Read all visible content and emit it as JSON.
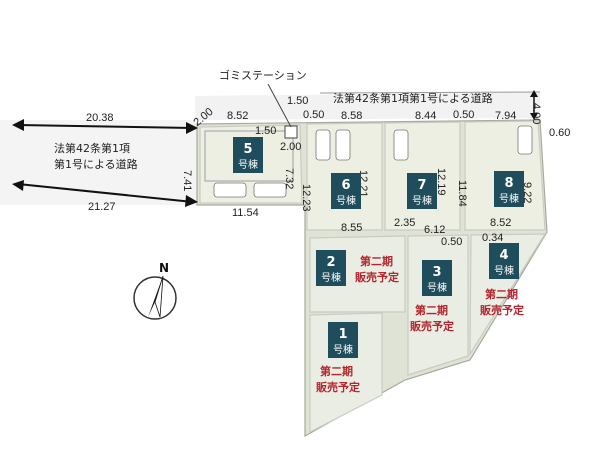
{
  "garbage_station_label": "ゴミステーション",
  "road_top": "法第42条第1項第1号による道路",
  "road_left": [
    "法第42条第1項",
    "第1号による道路"
  ],
  "dimensions": {
    "left_top": "20.38",
    "left_bottom": "21.27",
    "road_width": "4.00",
    "d_2_00_a": "2.00",
    "d_8_52_a": "8.52",
    "d_1_50_a": "1.50",
    "d_0_50_a": "0.50",
    "d_8_58": "8.58",
    "d_8_44": "8.44",
    "d_0_50_b": "0.50",
    "d_7_94": "7.94",
    "d_0_60": "0.60",
    "d_1_50_b": "1.50",
    "d_2_00_b": "2.00",
    "d_7_41": "7.41",
    "d_7_32": "7.32",
    "d_11_54": "11.54",
    "d_12_23": "12.23",
    "d_12_21": "12.21",
    "d_12_19": "12.19",
    "d_11_84": "11.84",
    "d_9_22": "9.22",
    "d_8_55": "8.55",
    "d_2_35": "2.35",
    "d_6_12": "6.12",
    "d_8_52_b": "8.52",
    "d_0_50_c": "0.50",
    "d_0_34": "0.34"
  },
  "lots": [
    {
      "num": "1",
      "label": "号棟",
      "schedule": [
        "第二期",
        "販売予定"
      ]
    },
    {
      "num": "2",
      "label": "号棟",
      "schedule": [
        "第二期",
        "販売予定"
      ]
    },
    {
      "num": "3",
      "label": "号棟",
      "schedule": [
        "第二期",
        "販売予定"
      ]
    },
    {
      "num": "4",
      "label": "号棟",
      "schedule": [
        "第二期",
        "販売予定"
      ]
    },
    {
      "num": "5",
      "label": "号棟"
    },
    {
      "num": "6",
      "label": "号棟"
    },
    {
      "num": "7",
      "label": "号棟"
    },
    {
      "num": "8",
      "label": "号棟"
    }
  ],
  "north_label": "N",
  "colors": {
    "badge": "#1f4d5c",
    "schedule": "#b3262e",
    "lot_fill": "#ecefe2",
    "road_fill": "#f1f1f1"
  },
  "icons": [
    "north-arrow-icon",
    "car-icon",
    "garbage-station-icon"
  ]
}
